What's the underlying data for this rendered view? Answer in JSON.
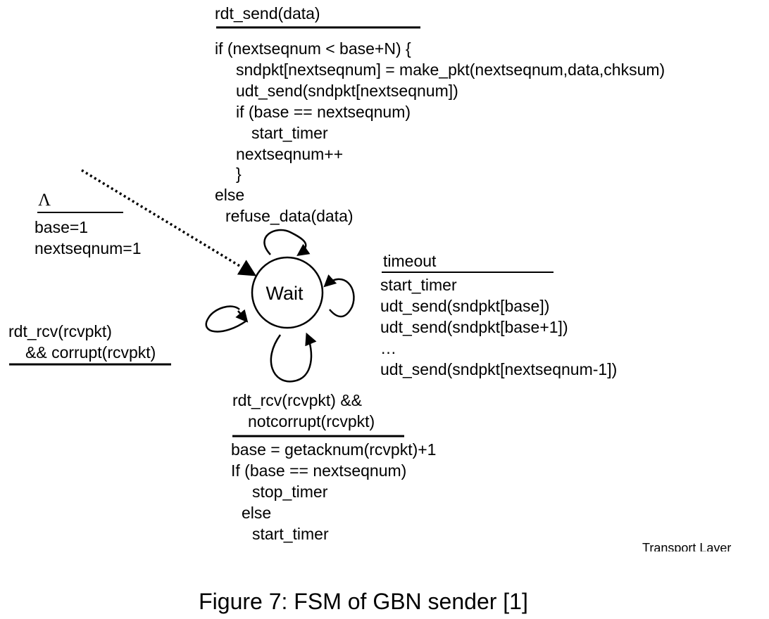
{
  "state": {
    "name": "Wait"
  },
  "init": {
    "event": "Λ",
    "actions": [
      "base=1",
      "nextseqnum=1"
    ]
  },
  "send_transition": {
    "event": "rdt_send(data)",
    "actions": [
      "if (nextseqnum < base+N) {",
      "sndpkt[nextseqnum] = make_pkt(nextseqnum,data,chksum)",
      "udt_send(sndpkt[nextseqnum])",
      "if (base == nextseqnum)",
      "start_timer",
      "nextseqnum++",
      "}",
      "else",
      "refuse_data(data)"
    ]
  },
  "timeout_transition": {
    "event": "timeout",
    "actions": [
      "start_timer",
      "udt_send(sndpkt[base])",
      "udt_send(sndpkt[base+1])",
      "…",
      "udt_send(sndpkt[nextseqnum-1])"
    ]
  },
  "corrupt_transition": {
    "event": [
      "rdt_rcv(rcvpkt)",
      "&& corrupt(rcvpkt)"
    ]
  },
  "ack_transition": {
    "event": [
      "rdt_rcv(rcvpkt) &&",
      "notcorrupt(rcvpkt)"
    ],
    "actions": [
      "base = getacknum(rcvpkt)+1",
      "If (base == nextseqnum)",
      "stop_timer",
      "else",
      "start_timer"
    ]
  },
  "footer": "Transport Layer",
  "caption": "Figure 7: FSM of GBN sender [1]"
}
